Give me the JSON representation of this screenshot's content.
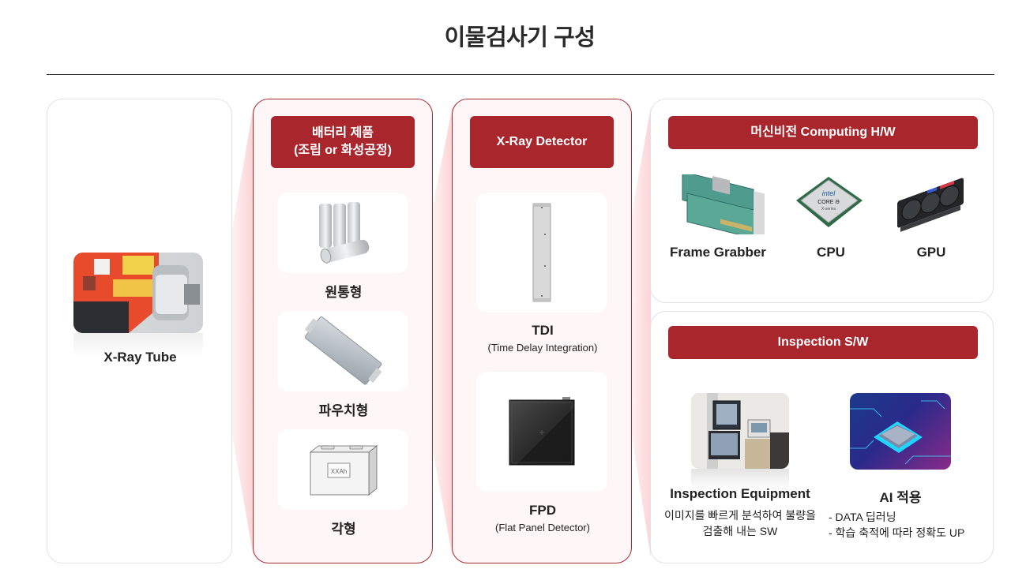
{
  "page": {
    "title": "이물검사기 구성"
  },
  "columns": {
    "xray_tube": {
      "label": "X-Ray Tube",
      "image": "x-ray-tube-image"
    },
    "battery": {
      "header_line1": "배터리 제품",
      "header_line2": "(조립 or 화성공정)",
      "items": [
        {
          "label": "원통형",
          "image": "cylindrical-battery-image"
        },
        {
          "label": "파우치형",
          "image": "pouch-battery-image"
        },
        {
          "label": "각형",
          "image": "prismatic-battery-image",
          "image_text": "XXAh"
        }
      ]
    },
    "detector": {
      "header": "X-Ray Detector",
      "items": [
        {
          "label": "TDI",
          "sublabel": "(Time Delay Integration)",
          "image": "tdi-detector-image"
        },
        {
          "label": "FPD",
          "sublabel": "(Flat Panel Detector)",
          "image": "fpd-detector-image"
        }
      ]
    },
    "computing_hw": {
      "header": "머신비전 Computing  H/W",
      "items": [
        {
          "label": "Frame Grabber",
          "image": "frame-grabber-image"
        },
        {
          "label": "CPU",
          "image": "cpu-image",
          "image_text_1": "intel",
          "image_text_2": "CORE i9",
          "image_text_3": "X-series"
        },
        {
          "label": "GPU",
          "image": "gpu-image"
        }
      ]
    },
    "inspection_sw": {
      "header": "Inspection S/W",
      "items": [
        {
          "label": "Inspection Equipment",
          "desc_line1": "이미지를 빠르게 분석하여 불량을",
          "desc_line2": "검출해 내는 SW",
          "image": "inspection-equipment-image"
        },
        {
          "label": "AI 적용",
          "desc_line1": "- DATA 딥러닝",
          "desc_line2": "- 학습 축적에 따라 정확도 UP",
          "image": "ai-chip-image"
        }
      ]
    }
  },
  "colors": {
    "accent_red": "#a8262c",
    "accent_border": "#a42a2f",
    "accent_bg": "#fff7f7",
    "connector_pink": "#fcd6d8"
  }
}
